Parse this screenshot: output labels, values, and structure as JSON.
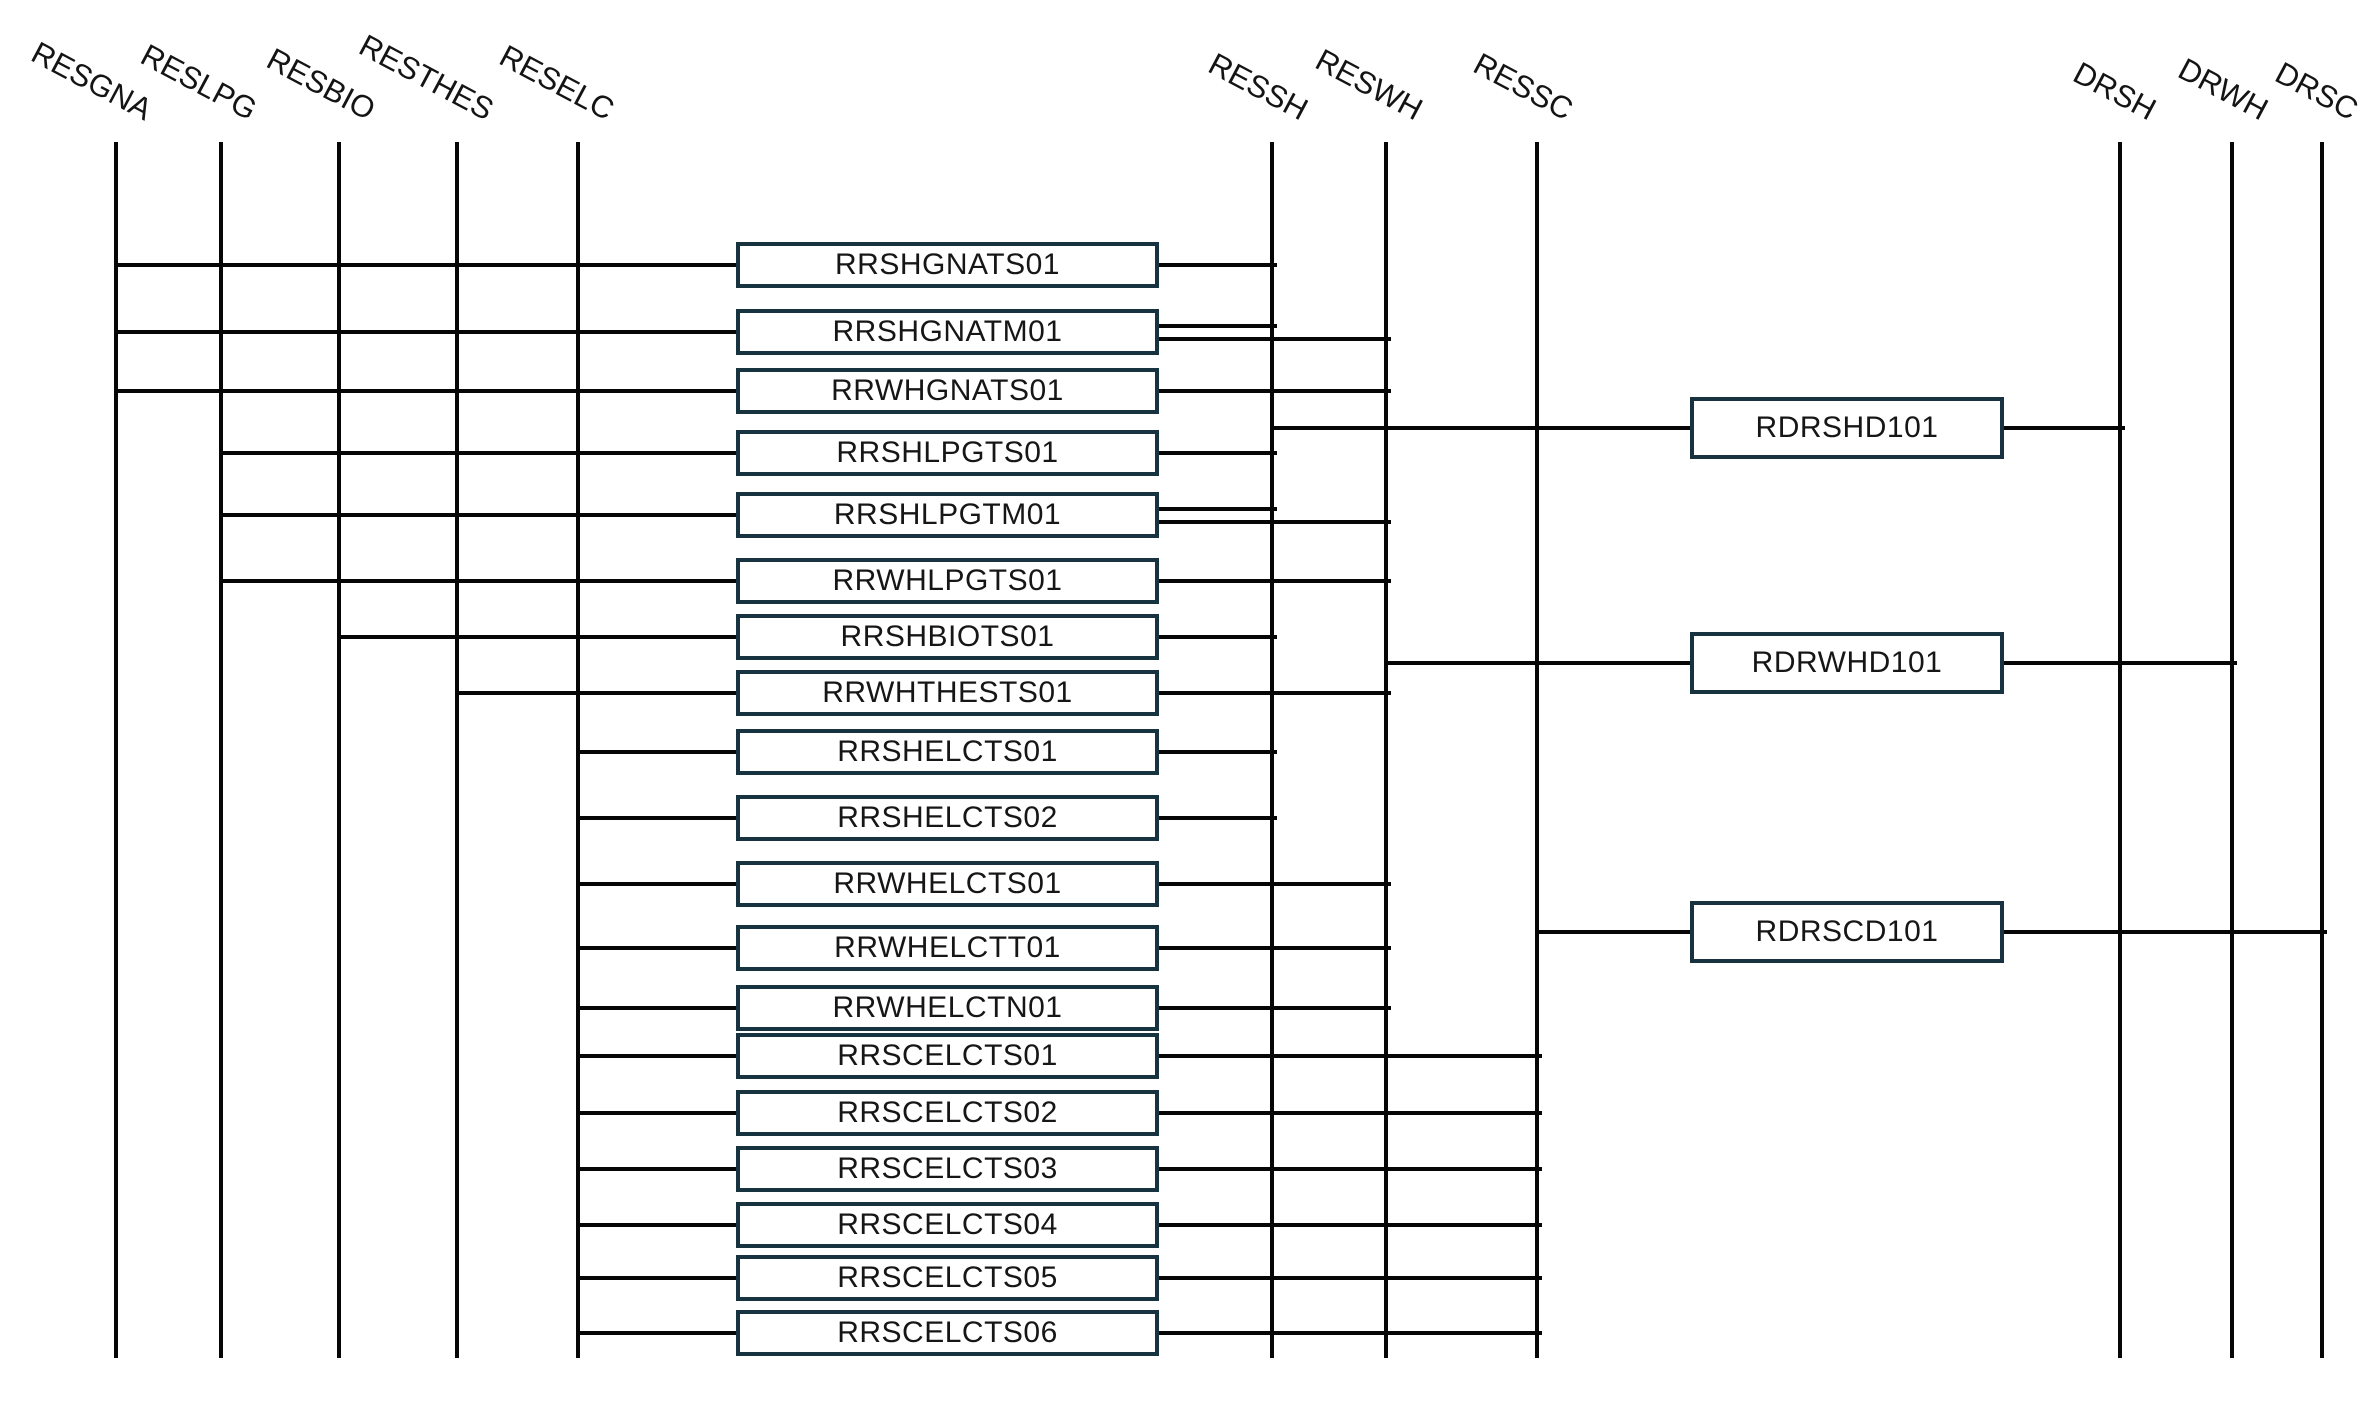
{
  "diagram": {
    "left_buses": [
      "RESGNA",
      "RESLPG",
      "RESBIO",
      "RESTHES",
      "RESELC"
    ],
    "mid_buses": [
      "RESSH",
      "RESWH",
      "RESSC"
    ],
    "right_buses": [
      "DRSH",
      "DRWH",
      "DRSC"
    ],
    "units": [
      {
        "label": "RRSHGNATS01",
        "input": "RESGNA",
        "outputs": [
          "RESSH"
        ]
      },
      {
        "label": "RRSHGNATM01",
        "input": "RESGNA",
        "outputs": [
          "RESSH",
          "RESWH"
        ]
      },
      {
        "label": "RRWHGNATS01",
        "input": "RESGNA",
        "outputs": [
          "RESWH"
        ]
      },
      {
        "label": "RRSHLPGTS01",
        "input": "RESLPG",
        "outputs": [
          "RESSH"
        ]
      },
      {
        "label": "RRSHLPGTM01",
        "input": "RESLPG",
        "outputs": [
          "RESSH",
          "RESWH"
        ]
      },
      {
        "label": "RRWHLPGTS01",
        "input": "RESLPG",
        "outputs": [
          "RESWH"
        ]
      },
      {
        "label": "RRSHBIOTS01",
        "input": "RESBIO",
        "outputs": [
          "RESSH"
        ]
      },
      {
        "label": "RRWHTHESTS01",
        "input": "RESTHES",
        "outputs": [
          "RESWH"
        ]
      },
      {
        "label": "RRSHELCTS01",
        "input": "RESELC",
        "outputs": [
          "RESSH"
        ]
      },
      {
        "label": "RRSHELCTS02",
        "input": "RESELC",
        "outputs": [
          "RESSH"
        ]
      },
      {
        "label": "RRWHELCTS01",
        "input": "RESELC",
        "outputs": [
          "RESWH"
        ]
      },
      {
        "label": "RRWHELCTT01",
        "input": "RESELC",
        "outputs": [
          "RESWH"
        ]
      },
      {
        "label": "RRWHELCTN01",
        "input": "RESELC",
        "outputs": [
          "RESWH"
        ]
      },
      {
        "label": "RRSCELCTS01",
        "input": "RESELC",
        "outputs": [
          "RESSC"
        ]
      },
      {
        "label": "RRSCELCTS02",
        "input": "RESELC",
        "outputs": [
          "RESSC"
        ]
      },
      {
        "label": "RRSCELCTS03",
        "input": "RESELC",
        "outputs": [
          "RESSC"
        ]
      },
      {
        "label": "RRSCELCTS04",
        "input": "RESELC",
        "outputs": [
          "RESSC"
        ]
      },
      {
        "label": "RRSCELCTS05",
        "input": "RESELC",
        "outputs": [
          "RESSC"
        ]
      },
      {
        "label": "RRSCELCTS06",
        "input": "RESELC",
        "outputs": [
          "RESSC"
        ]
      }
    ],
    "converters": [
      {
        "label": "RDRSHD101",
        "input": "RESSH",
        "output": "DRSH"
      },
      {
        "label": "RDRWHD101",
        "input": "RESWH",
        "output": "DRWH"
      },
      {
        "label": "RDRSCD101",
        "input": "RESSC",
        "output": "DRSC"
      }
    ],
    "colors": {
      "line": "#060606",
      "box_border": "#17333f",
      "box_fill": "#ffffff",
      "text": "#161616"
    }
  }
}
